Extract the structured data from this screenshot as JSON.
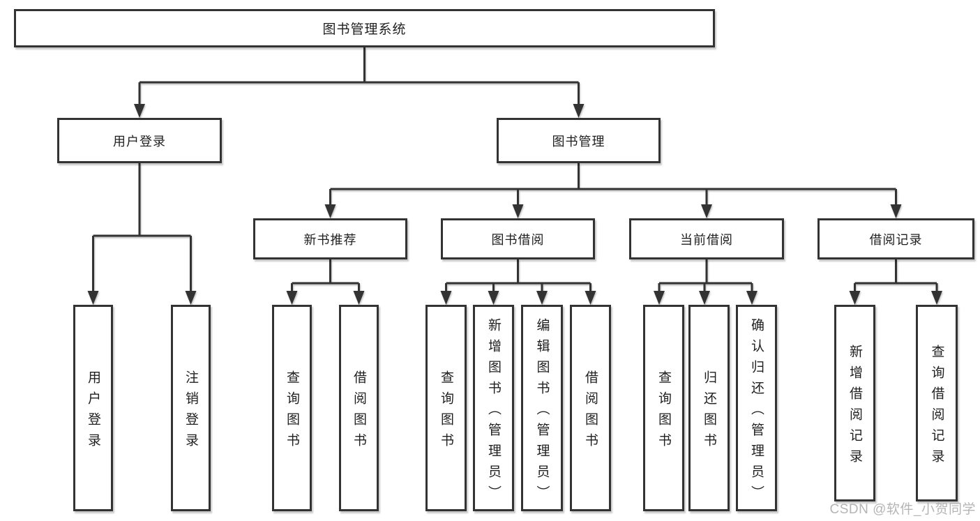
{
  "diagram": {
    "type": "tree",
    "line_color": "#333333",
    "box_fill": "#ffffff",
    "text_color": "#1f1f1f",
    "root": {
      "label": "图书管理系统"
    },
    "branches": [
      {
        "label": "用户登录",
        "children": [
          {
            "label": "用户登录"
          },
          {
            "label": "注销登录"
          }
        ]
      },
      {
        "label": "图书管理",
        "children": [
          {
            "label": "新书推荐",
            "children": [
              {
                "label": "查询图书"
              },
              {
                "label": "借阅图书"
              }
            ]
          },
          {
            "label": "图书借阅",
            "children": [
              {
                "label": "查询图书"
              },
              {
                "label": "新增图书（管理员）"
              },
              {
                "label": "编辑图书（管理员）"
              },
              {
                "label": "借阅图书"
              }
            ]
          },
          {
            "label": "当前借阅",
            "children": [
              {
                "label": "查询图书"
              },
              {
                "label": "归还图书"
              },
              {
                "label": "确认归还（管理员）"
              }
            ]
          },
          {
            "label": "借阅记录",
            "children": [
              {
                "label": "新增借阅记录"
              },
              {
                "label": "查询借阅记录"
              }
            ]
          }
        ]
      }
    ]
  },
  "watermark": {
    "text": "CSDN @软件_小贺同学",
    "color": "#b5b5b5"
  }
}
